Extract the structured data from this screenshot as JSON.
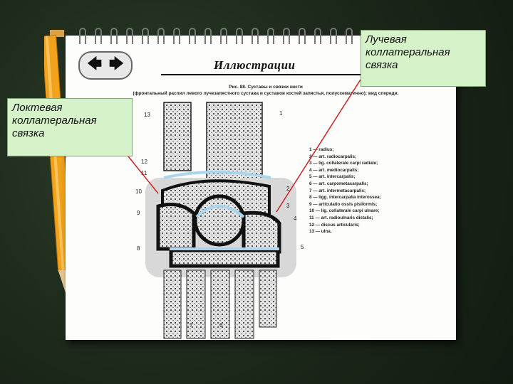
{
  "header": {
    "book_title": "Иллюстрации",
    "nav_left": "🡄",
    "nav_right": "🡆"
  },
  "figure": {
    "caption_line1": "Рис. 88. Суставы и связки кисти",
    "caption_line2": "(фронтальный распил левого лучезапястного сустава и суставов костей запястья, полусхематично); вид спереди.",
    "numbers": [
      "1",
      "2",
      "3",
      "4",
      "5",
      "6",
      "7",
      "8",
      "9",
      "10",
      "11",
      "12",
      "13"
    ],
    "legend": [
      "1 — radius;",
      "2 — art. radiocarpalis;",
      "3 — lig. collaterale carpi radiale;",
      "4 — art. mediocarpalis;",
      "5 — art. intercarpalis;",
      "6 — art. carpometacarpalis;",
      "7 — art. intermetacarpalis;",
      "8 — ligg. intercarpalia interossea;",
      "9 — articulatio ossis pisiformis;",
      "10 — lig. collaterale carpi ulnare;",
      "11 — art. radioulnaris distalis;",
      "12 — discus articularis;",
      "13 — ulna."
    ]
  },
  "callouts": {
    "radial": "Лучевая коллатеральная связка",
    "ulnar": "Локтевая коллатеральная связка"
  },
  "colors": {
    "accent_line": "#cc2222",
    "callout_bg": "#d6f2c9",
    "joint_blue": "#a9d6ee",
    "bone_dark": "#1a1a1a"
  }
}
